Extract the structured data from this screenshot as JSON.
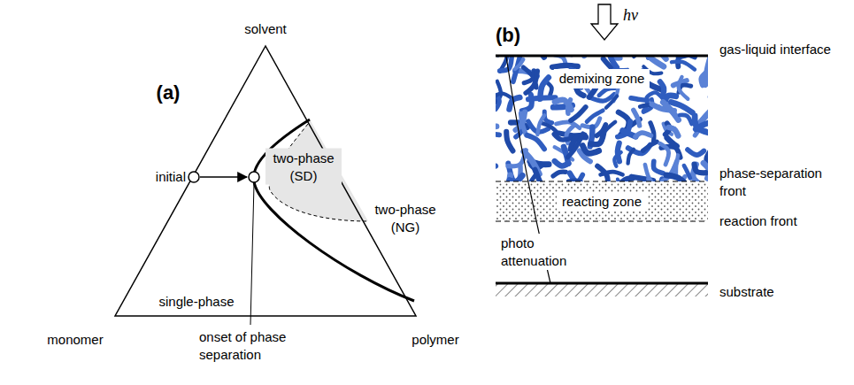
{
  "diagram": {
    "nodes": [
      {
        "text": [
          "demixing zone"
        ]
      },
      {
        "text": [
          "reacting zone"
        ]
      }
    ],
    "labels": [
      "(a)",
      "solvent",
      "initial",
      "two-phase (SD)",
      "two-phase (NG)",
      "single-phase",
      "monomer",
      "polymer",
      "onset of phase separation",
      "(b)",
      "hν",
      "gas-liquid interface",
      "phase-separation front",
      "reaction front",
      "photo attenuation",
      "substrate"
    ]
  }
}
